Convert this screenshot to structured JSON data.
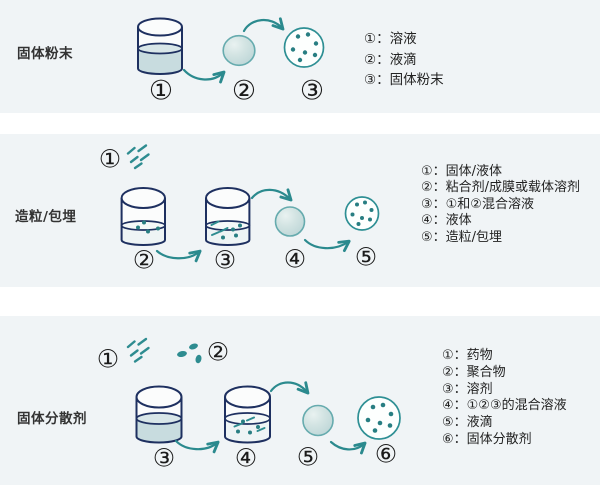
{
  "figure": {
    "rows": [
      {
        "label": "固体粉末",
        "steps": [
          "①",
          "②",
          "③"
        ],
        "legend": [
          "①：溶液",
          "②：液滴",
          "③：固体粉末"
        ]
      },
      {
        "label": "造粒/包埋",
        "steps": [
          "①",
          "②",
          "③",
          "④",
          "⑤"
        ],
        "legend": [
          "①：固体/液体",
          "②：粘合剂/成膜或载体溶剂",
          "③：①和②混合溶液",
          "④：液体",
          "⑤：造粒/包埋"
        ]
      },
      {
        "label": "固体分散剂",
        "steps": [
          "①",
          "②",
          "③",
          "④",
          "⑤",
          "⑥"
        ],
        "legend": [
          "①：药物",
          "②：聚合物",
          "③：溶剂",
          "④：①②③的混合溶液",
          "⑤：液滴",
          "⑥：固体分散剂"
        ]
      }
    ],
    "colors": {
      "teal": "#2b8a8e",
      "navy": "#1e3060",
      "section_bg": "#f0f4f6",
      "liquid": "#c8dcdf",
      "particle_dot": "#287e82"
    }
  }
}
